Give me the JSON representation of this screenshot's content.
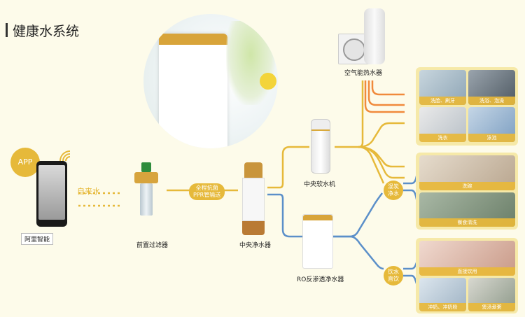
{
  "title": "健康水系统",
  "app": {
    "badge": "APP",
    "label": "阿里智能"
  },
  "source": {
    "label": "自来水"
  },
  "pipe": {
    "line1": "全程抗菌",
    "line2": "PPR管输送"
  },
  "devices": {
    "prefilter": "前置过滤器",
    "central_purifier": "中央净水器",
    "softener": "中央软水机",
    "ro_purifier": "RO反渗透净水器",
    "heat_pump": "空气能热水器"
  },
  "junctions": {
    "mix_l1": "混炭",
    "mix_l2": "净水",
    "drink_l1": "饮水",
    "drink_l2": "直饮"
  },
  "photos": {
    "top": [
      "洗脸、刷牙",
      "洗浴、泡澡",
      "洗衣",
      "泳池"
    ],
    "middle": [
      "洗碗",
      "餐食清洗"
    ],
    "bottom": [
      "直接饮用",
      "冲奶、冲奶粉",
      "煲汤煮粥"
    ]
  },
  "colors": {
    "gold": "#e6b93a",
    "blue": "#5b8fc9",
    "orange": "#f08a3c",
    "background": "#fdfbea"
  }
}
